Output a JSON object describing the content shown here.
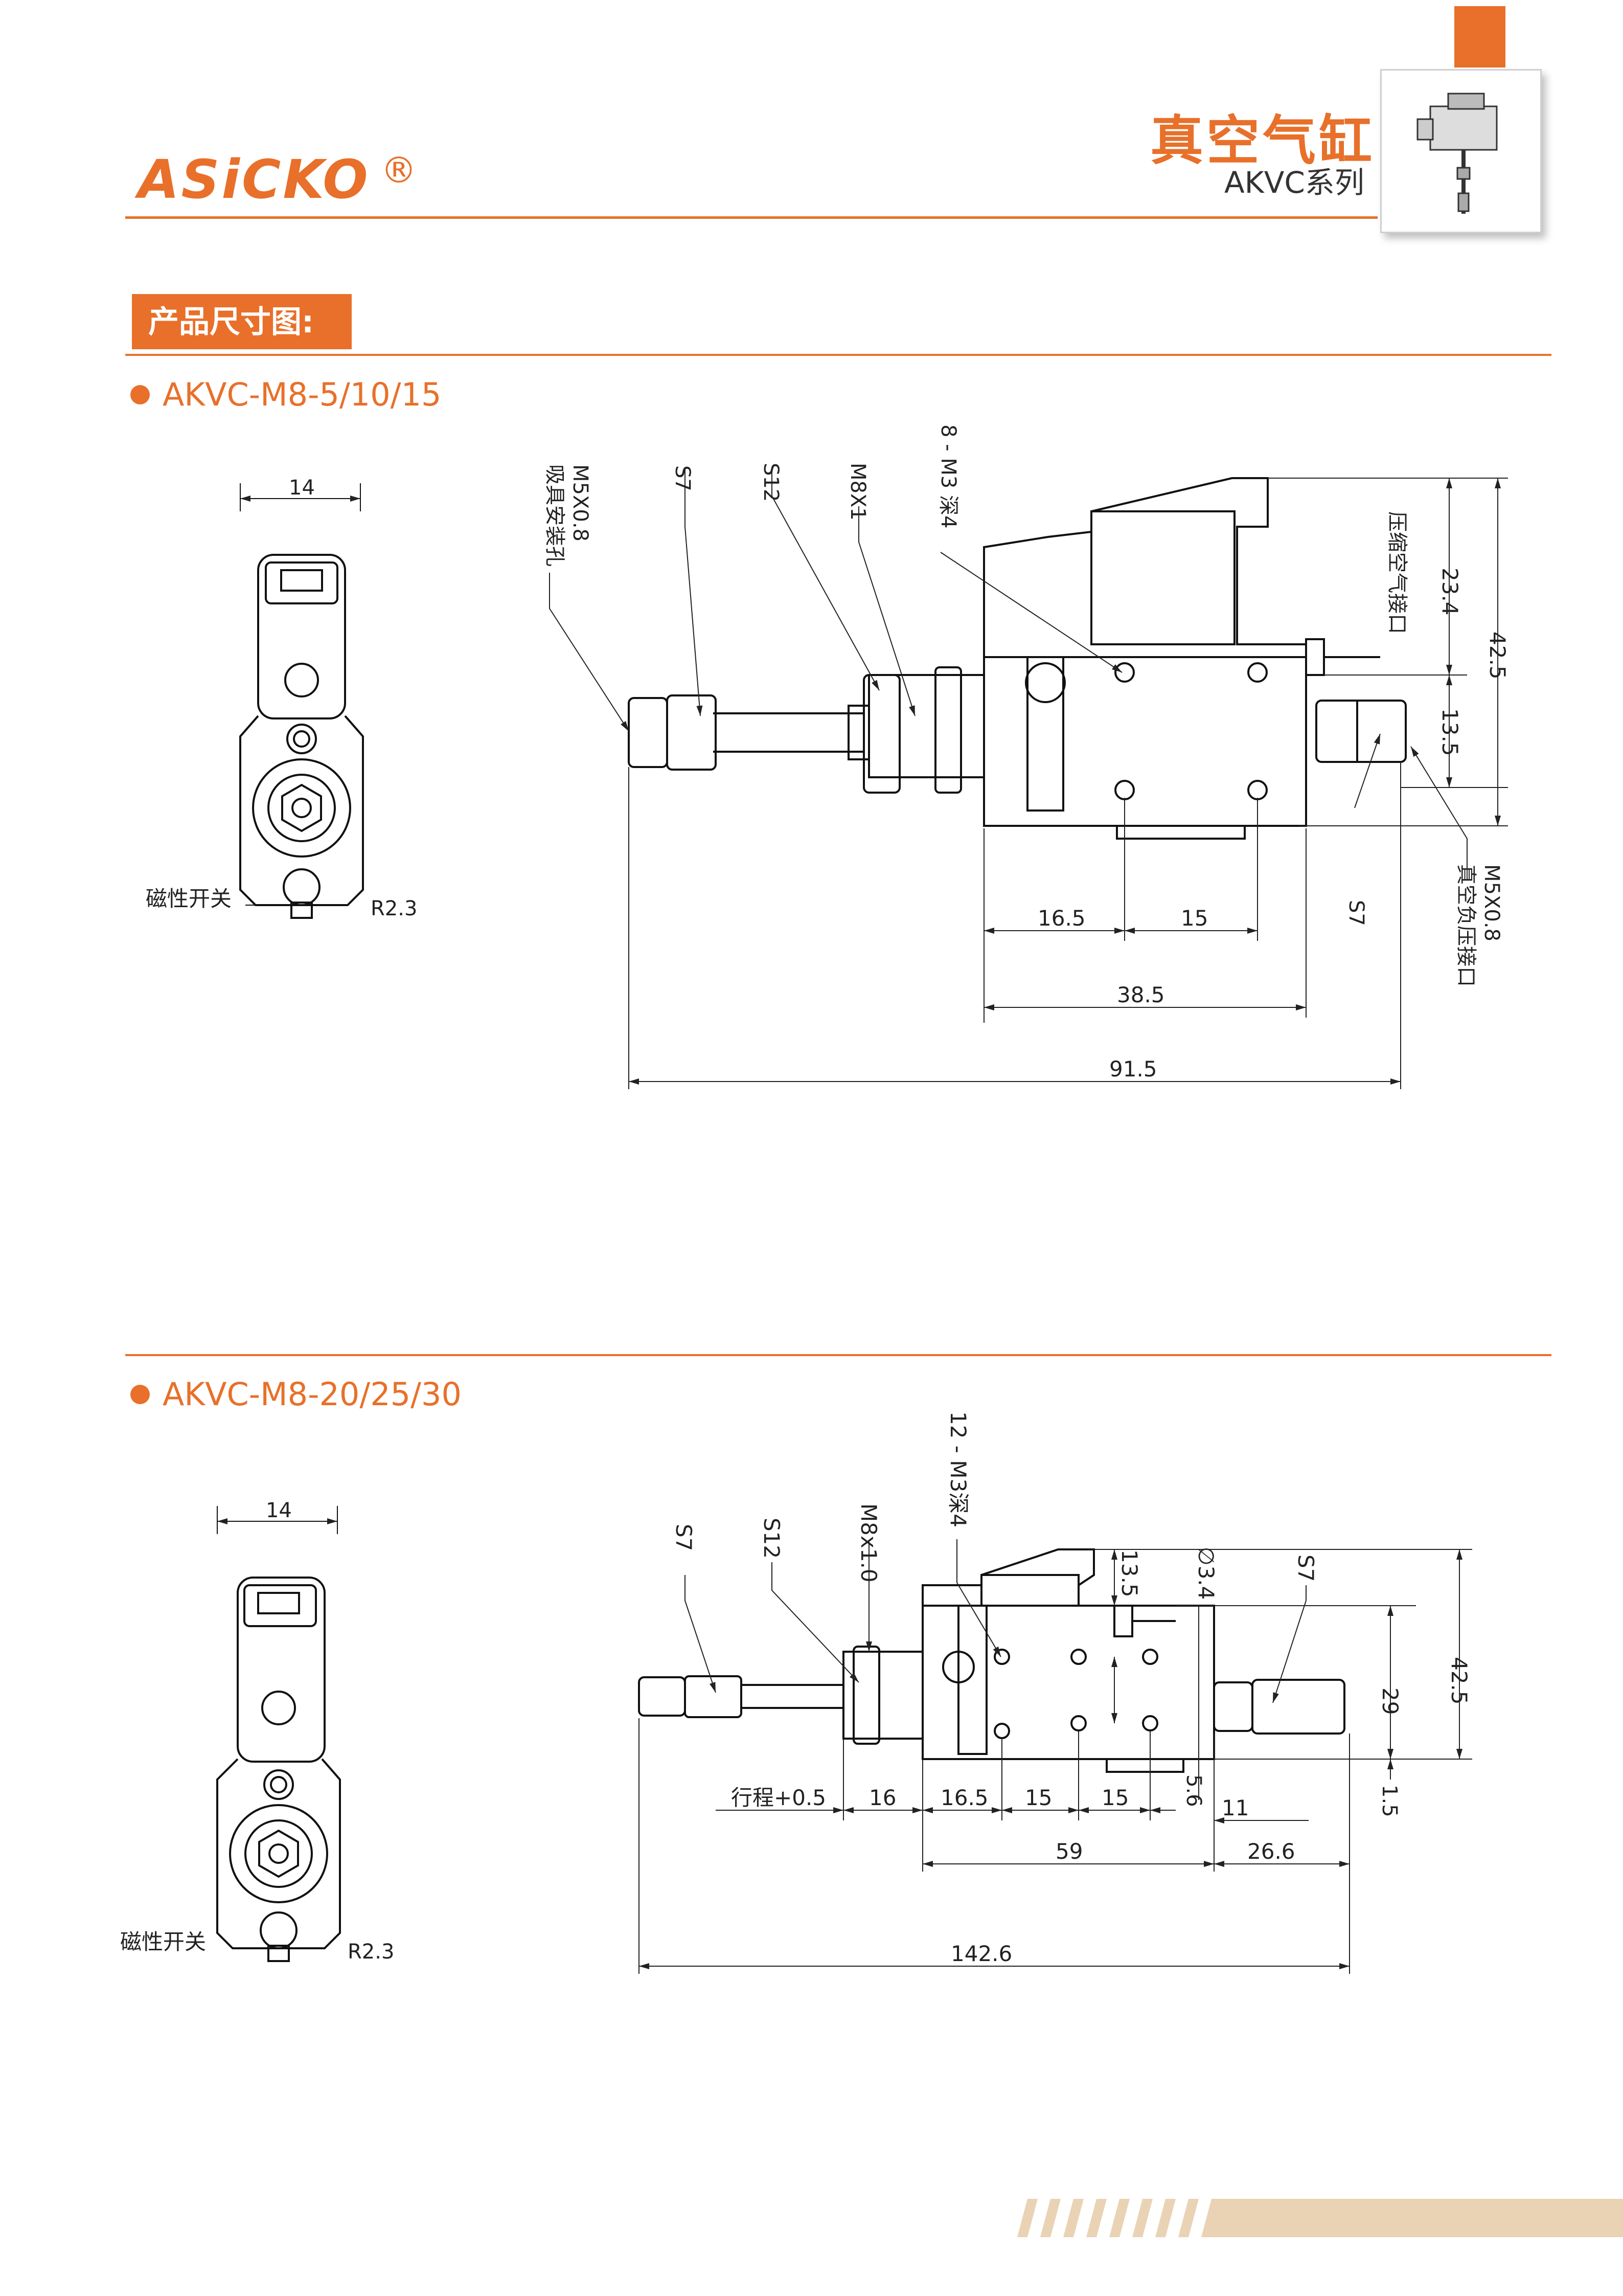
{
  "brand": {
    "logo": "ASiCKO",
    "registered": "®"
  },
  "header": {
    "title": "真空气缸",
    "series": "AKVC系列"
  },
  "section": {
    "title": "产品尺寸图:"
  },
  "models": [
    {
      "name": "AKVC-M8-5/10/15"
    },
    {
      "name": "AKVC-M8-20/25/30"
    }
  ],
  "drawing1": {
    "side": {
      "width": "14",
      "switch": "磁性开关",
      "radius": "R2.3"
    },
    "labels": {
      "m5_mount": "M5X0.8",
      "m5_mount_desc": "吸具安装孔",
      "s7_left": "S7",
      "s12": "S12",
      "m8": "M8X1",
      "holes": "8 - M3 深4",
      "air_inlet": "压缩空气接口",
      "s7_right": "S7",
      "vac_port": "M5X0.8",
      "vac_port_desc": "真空负压接口"
    },
    "dims": {
      "d23_4": "23.4",
      "d42_5": "42.5",
      "d13_5": "13.5",
      "d16_5": "16.5",
      "d15": "15",
      "d38_5": "38.5",
      "d91_5": "91.5"
    }
  },
  "drawing2": {
    "side": {
      "width": "14",
      "switch": "磁性开关",
      "radius": "R2.3"
    },
    "labels": {
      "s7_left": "S7",
      "s12": "S12",
      "m8": "M8x1.0",
      "holes": "12 - M3深4",
      "dia": "∅3.4",
      "s7_right": "S7"
    },
    "dims": {
      "d13_5": "13.5",
      "d42_5": "42.5",
      "d29": "29",
      "d1_5": "1.5",
      "d5_6": "5.6",
      "stroke": "行程+0.5",
      "d16": "16",
      "d16_5": "16.5",
      "d15a": "15",
      "d15b": "15",
      "d11": "11",
      "d59": "59",
      "d26_6": "26.6",
      "d142_6": "142.6"
    }
  },
  "colors": {
    "accent": "#e8702a",
    "stripe": "#e9d3b4"
  }
}
